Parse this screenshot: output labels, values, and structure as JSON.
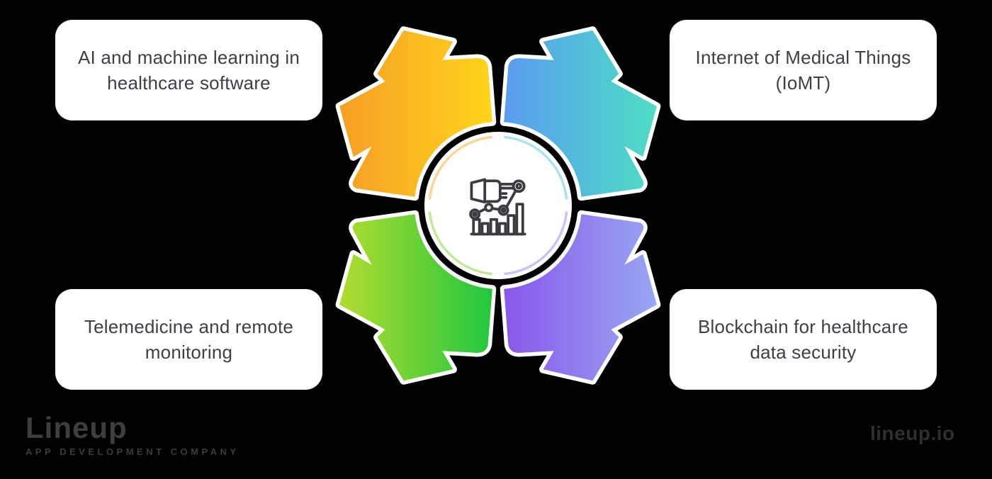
{
  "diagram": {
    "title": "Healthcare software trends diagram",
    "cards": [
      {
        "id": "top-left",
        "label": "AI and machine learning in healthcare software"
      },
      {
        "id": "top-right",
        "label": "Internet of Medical Things (IoMT)"
      },
      {
        "id": "bottom-left",
        "label": "Telemedicine and remote monitoring"
      },
      {
        "id": "bottom-right",
        "label": "Blockchain for healthcare data security"
      }
    ],
    "center_icon": "hand-pointing-analytics-chart-icon",
    "colors": {
      "card_bg": "#ffffff",
      "card_text": "#3f4045",
      "outline": "#ffffff",
      "quadrants": {
        "orange": {
          "from": "#f59d26",
          "to": "#ffd41c"
        },
        "teal": {
          "from": "#4de0c2",
          "to": "#5b9cf0"
        },
        "green": {
          "from": "#b6dd2f",
          "to": "#22c73e"
        },
        "purple": {
          "from": "#98a9f1",
          "to": "#8a58ec"
        }
      },
      "ring": {
        "top_left": "#f5b53a",
        "top_right": "#5fd0d8",
        "bottom_left": "#8fd73c",
        "bottom_right": "#a18ef2"
      }
    }
  },
  "watermarks": {
    "logo_text": "Lineup",
    "logo_tagline": "app development company",
    "site_text": "lineup.io"
  }
}
